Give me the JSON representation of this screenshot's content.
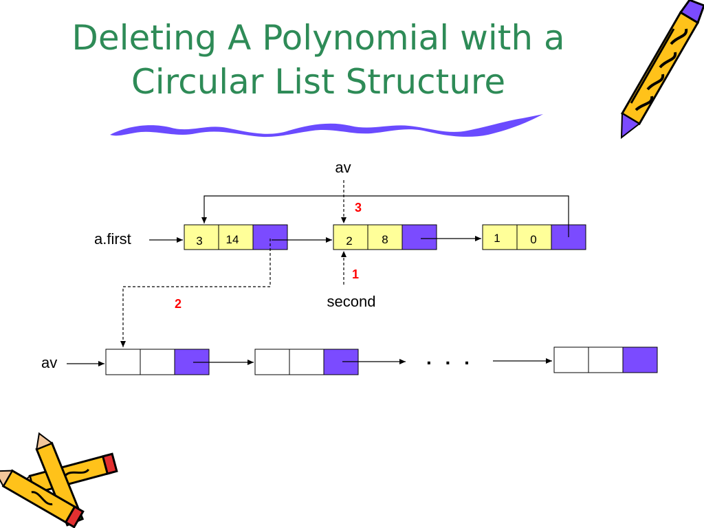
{
  "title": {
    "line1": "Deleting A Polynomial with a",
    "line2": "Circular List Structure"
  },
  "labels": {
    "av_top": "av",
    "a_first": "a.first",
    "second": "second",
    "av_left": "av",
    "ellipsis": ". . ."
  },
  "steps": {
    "step1": "1",
    "step2": "2",
    "step3": "3"
  },
  "nodes": {
    "node1": {
      "coef": "3",
      "exp": "14"
    },
    "node2": {
      "coef": "2",
      "exp": "8"
    },
    "node3": {
      "coef": "1",
      "exp": "0"
    }
  },
  "colors": {
    "title": "#2e8b57",
    "data_cell": "#ffff99",
    "link_cell": "#7b4bff",
    "empty_cell": "#ffffff",
    "step_number": "#ff0000",
    "squiggle": "#6a4bff"
  }
}
